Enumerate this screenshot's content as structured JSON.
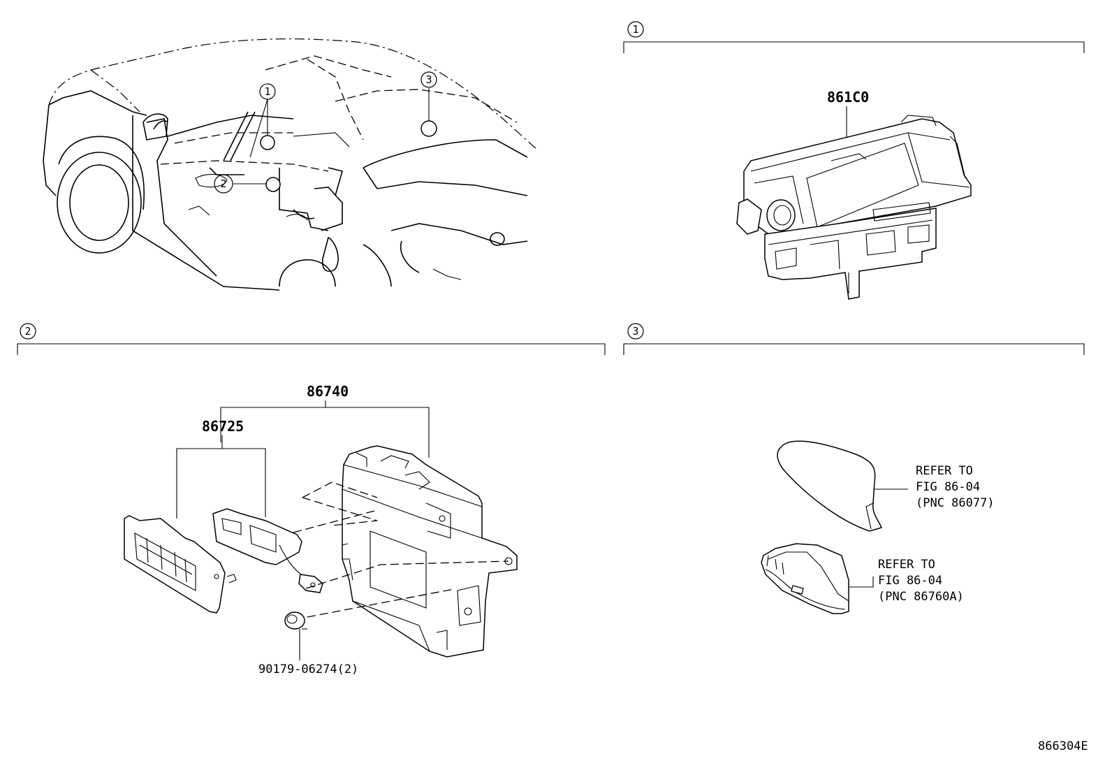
{
  "callouts": {
    "c1": "1",
    "c2": "2",
    "c3": "3"
  },
  "sections": [
    {
      "id": "1",
      "label": "1"
    },
    {
      "id": "2",
      "label": "2"
    },
    {
      "id": "3",
      "label": "3"
    }
  ],
  "parts": {
    "display": "861C0",
    "module": "86740",
    "bracket": "86725",
    "clip": "90179-06274(2)"
  },
  "refs": {
    "antenna_top": [
      "REFER TO",
      "FIG 86-04",
      "(PNC 86077)"
    ],
    "antenna_base": [
      "REFER TO",
      "FIG 86-04",
      "(PNC 86760A)"
    ]
  },
  "figure_id": "866304E"
}
